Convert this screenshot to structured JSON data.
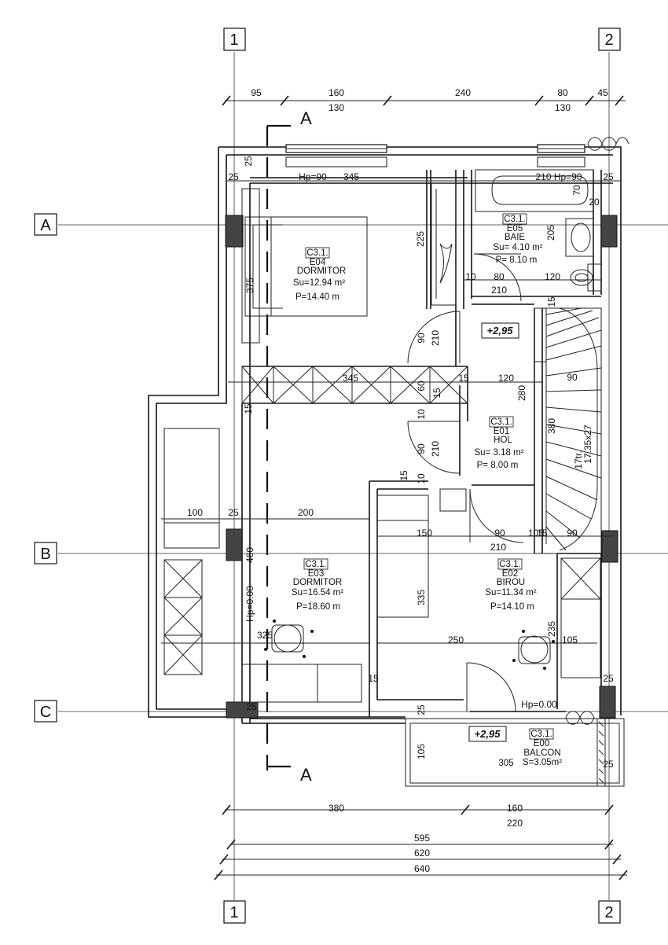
{
  "axes": {
    "columns": [
      "1",
      "2"
    ],
    "rows": [
      "A",
      "B",
      "C"
    ],
    "section": "A"
  },
  "dims": {
    "top_row1": [
      "95",
      "160",
      "240",
      "80",
      "45"
    ],
    "top_row2": [
      "130",
      "130"
    ],
    "bottom": [
      "380",
      "160",
      "220",
      "595",
      "620",
      "640"
    ]
  },
  "rooms": [
    {
      "code": "C3.1.",
      "id": "E04",
      "name": "DORMITOR",
      "su": "Su=12.94 m²",
      "p": "P=14.40 m"
    },
    {
      "code": "C3.1.",
      "id": "E05",
      "name": "BAIE",
      "su": "Su= 4.10 m²",
      "p": "P= 8.10 m"
    },
    {
      "code": "C3.1.",
      "id": "E01",
      "name": "HOL",
      "su": "Su= 3.18 m²",
      "p": "P= 8.00 m"
    },
    {
      "code": "C3.1.",
      "id": "E03",
      "name": "DORMITOR",
      "su": "Su=16.54 m²",
      "p": "P=18.60 m"
    },
    {
      "code": "C3.1.",
      "id": "E02",
      "name": "BIROU",
      "su": "Su=11.34 m²",
      "p": "P=14.10 m"
    },
    {
      "code": "C3.1.",
      "id": "E00",
      "name": "BALCON",
      "su": "S=3.05m²",
      "p": "305"
    }
  ],
  "levels": [
    "+2,95",
    "+2,95"
  ],
  "stair": {
    "steps": "17tr.",
    "size": "17.35x27",
    "length": "380",
    "width": "90"
  },
  "inner_dims": {
    "hp90_left": "Hp=90",
    "d345_top": "345",
    "d210_hp": "210 Hp=90",
    "d25_tr": "25",
    "d25_tl_v": "25",
    "d25_tl_h": "25",
    "d70": "70",
    "d20": "20",
    "d205": "205",
    "d225": "225",
    "d375": "375",
    "d10_a": "10",
    "d80": "80",
    "d120_a": "120",
    "d210_a": "210",
    "d15_a": "15",
    "d90_a": "90",
    "d210_b": "210",
    "d345_mid": "345",
    "d60": "60",
    "d15_b": "15",
    "d15_c": "15",
    "d120_b": "120",
    "d280": "280",
    "d90_b": "90",
    "d15_left": "15",
    "d10_b": "10",
    "d90_c": "90",
    "d210_c": "210",
    "d15_d": "15",
    "d10_c": "10",
    "d100": "100",
    "d25_b": "25",
    "d200": "200",
    "d150": "150",
    "d90_d": "90",
    "d105_a": "105",
    "d15_e": "15",
    "d90_e": "90",
    "d210_d": "210",
    "d460": "460",
    "hp000_v": "Hp=0.00",
    "d335": "335",
    "d325": "325",
    "d250": "250",
    "d235": "235",
    "d105_b": "105",
    "d25_c": "25",
    "d15_f": "15",
    "hp000_h": "Hp=0.00",
    "d25_d": "25",
    "d25_e": "25",
    "d105_c": "105",
    "d25_f": "25"
  }
}
